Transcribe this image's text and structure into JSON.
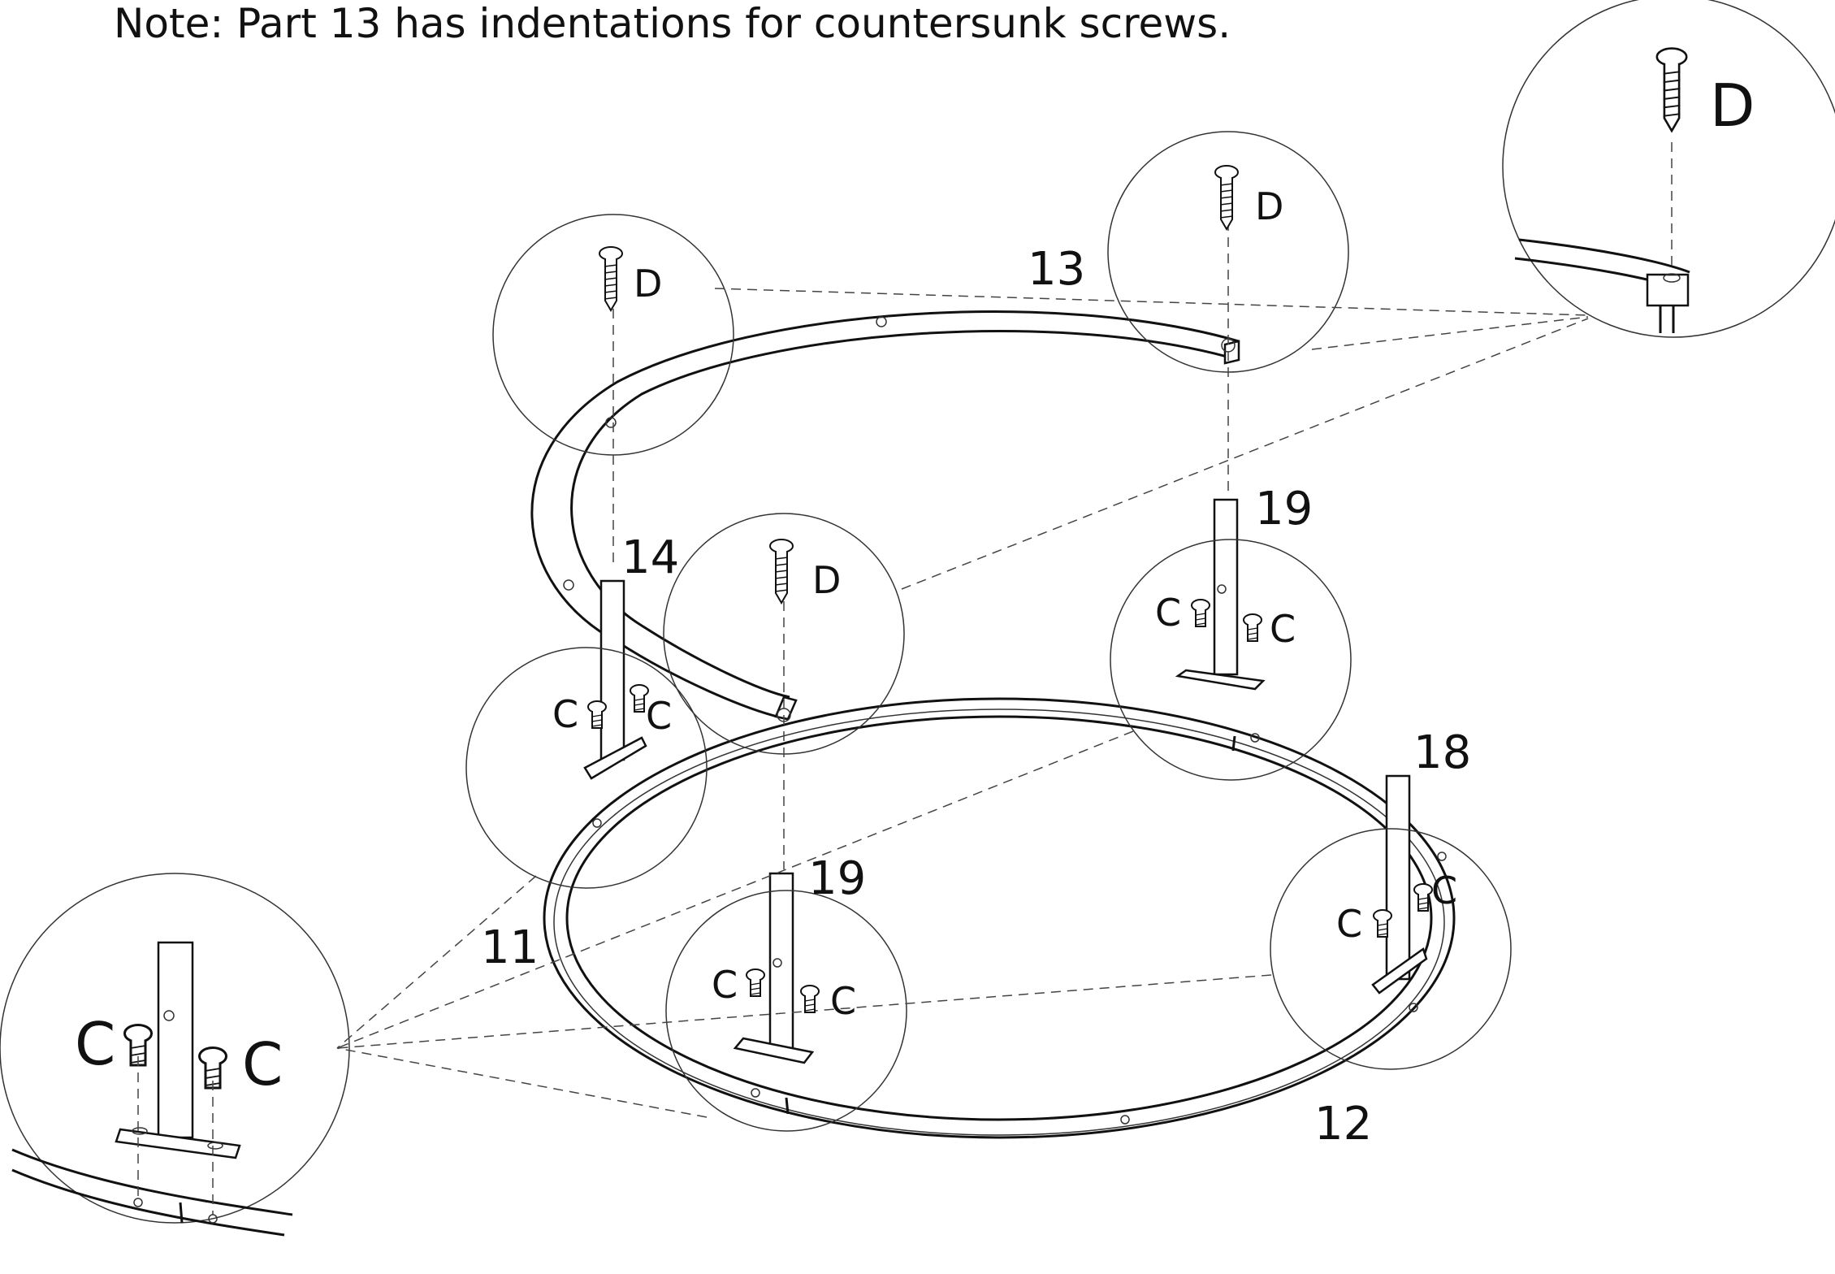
{
  "note": "Note: Part 13 has indentations for countersunk screws.",
  "labels": {
    "part_13": "13",
    "part_14": "14",
    "part_19_upper": "19",
    "part_19_lower": "19",
    "part_18": "18",
    "part_11": "11",
    "part_12": "12",
    "screw_d": "D",
    "screw_c": "C"
  },
  "colors": {
    "line": "#111111",
    "background": "#ffffff"
  },
  "icons": [
    "screw-d-icon",
    "screw-c-icon",
    "support-post-icon",
    "detail-magnifier-icon"
  ]
}
